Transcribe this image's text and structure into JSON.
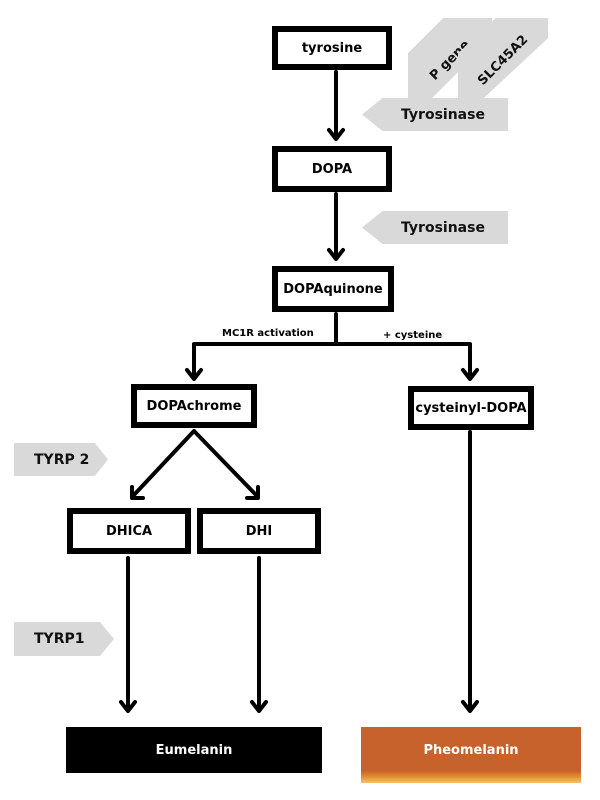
{
  "nodes": {
    "tyrosine": "tyrosine",
    "dopa": "DOPA",
    "dopaquinone": "DOPAquinone",
    "dopachrome": "DOPAchrome",
    "cysteinyl_dopa": "cysteinyl-DOPA",
    "dhica": "DHICA",
    "dhi": "DHI"
  },
  "end_products": {
    "eumelanin": "Eumelanin",
    "pheomelanin": "Pheomelanin"
  },
  "enzymes": {
    "p_gene": "P gene",
    "slc45a2": "SLC45A2",
    "tyrosinase_1": "Tyrosinase",
    "tyrosinase_2": "Tyrosinase",
    "tyrp2": "TYRP 2",
    "tyrp1": "TYRP1"
  },
  "edge_labels": {
    "mc1r": "MC1R activation",
    "cysteine": "+ cysteine"
  },
  "colors": {
    "eumelanin_bg": "#000000",
    "pheomelanin_bg": "#c8622c",
    "tag_bg": "#d9d9d9"
  }
}
